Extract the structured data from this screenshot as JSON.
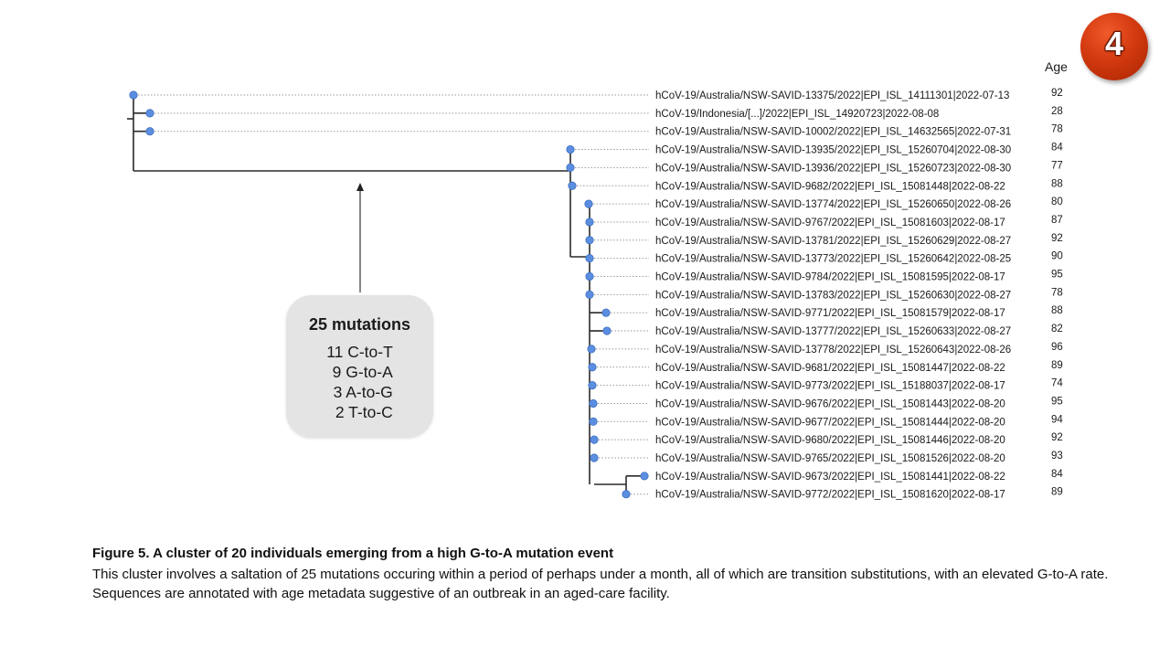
{
  "badge": {
    "number": "4",
    "color": "#d33a10"
  },
  "tree": {
    "age_header": "Age",
    "node_color": "#5b8ee0",
    "tips": [
      {
        "label": "hCoV-19/Australia/NSW-SAVID-13375/2022|EPI_ISL_14111301|2022-07-13",
        "age": "92"
      },
      {
        "label": "hCoV-19/Indonesia/[...]/2022|EPI_ISL_14920723|2022-08-08",
        "age": "28"
      },
      {
        "label": "hCoV-19/Australia/NSW-SAVID-10002/2022|EPI_ISL_14632565|2022-07-31",
        "age": "78"
      },
      {
        "label": "hCoV-19/Australia/NSW-SAVID-13935/2022|EPI_ISL_15260704|2022-08-30",
        "age": "84"
      },
      {
        "label": "hCoV-19/Australia/NSW-SAVID-13936/2022|EPI_ISL_15260723|2022-08-30",
        "age": "77"
      },
      {
        "label": "hCoV-19/Australia/NSW-SAVID-9682/2022|EPI_ISL_15081448|2022-08-22",
        "age": "88"
      },
      {
        "label": "hCoV-19/Australia/NSW-SAVID-13774/2022|EPI_ISL_15260650|2022-08-26",
        "age": "80"
      },
      {
        "label": "hCoV-19/Australia/NSW-SAVID-9767/2022|EPI_ISL_15081603|2022-08-17",
        "age": "87"
      },
      {
        "label": "hCoV-19/Australia/NSW-SAVID-13781/2022|EPI_ISL_15260629|2022-08-27",
        "age": "92"
      },
      {
        "label": "hCoV-19/Australia/NSW-SAVID-13773/2022|EPI_ISL_15260642|2022-08-25",
        "age": "90"
      },
      {
        "label": "hCoV-19/Australia/NSW-SAVID-9784/2022|EPI_ISL_15081595|2022-08-17",
        "age": "95"
      },
      {
        "label": "hCoV-19/Australia/NSW-SAVID-13783/2022|EPI_ISL_15260630|2022-08-27",
        "age": "78"
      },
      {
        "label": "hCoV-19/Australia/NSW-SAVID-9771/2022|EPI_ISL_15081579|2022-08-17",
        "age": "88"
      },
      {
        "label": "hCoV-19/Australia/NSW-SAVID-13777/2022|EPI_ISL_15260633|2022-08-27",
        "age": "82"
      },
      {
        "label": "hCoV-19/Australia/NSW-SAVID-13778/2022|EPI_ISL_15260643|2022-08-26",
        "age": "96"
      },
      {
        "label": "hCoV-19/Australia/NSW-SAVID-9681/2022|EPI_ISL_15081447|2022-08-22",
        "age": "89"
      },
      {
        "label": "hCoV-19/Australia/NSW-SAVID-9773/2022|EPI_ISL_15188037|2022-08-17",
        "age": "74"
      },
      {
        "label": "hCoV-19/Australia/NSW-SAVID-9676/2022|EPI_ISL_15081443|2022-08-20",
        "age": "95"
      },
      {
        "label": "hCoV-19/Australia/NSW-SAVID-9677/2022|EPI_ISL_15081444|2022-08-20",
        "age": "94"
      },
      {
        "label": "hCoV-19/Australia/NSW-SAVID-9680/2022|EPI_ISL_15081446|2022-08-20",
        "age": "92"
      },
      {
        "label": "hCoV-19/Australia/NSW-SAVID-9765/2022|EPI_ISL_15081526|2022-08-20",
        "age": "93"
      },
      {
        "label": "hCoV-19/Australia/NSW-SAVID-9673/2022|EPI_ISL_15081441|2022-08-22",
        "age": "84"
      },
      {
        "label": "hCoV-19/Australia/NSW-SAVID-9772/2022|EPI_ISL_15081620|2022-08-17",
        "age": "89"
      }
    ]
  },
  "mutations": {
    "title": "25 mutations",
    "lines": [
      "11 C-to-T",
      "9 G-to-A",
      "3 A-to-G",
      "2 T-to-C"
    ]
  },
  "caption": {
    "title": "Figure 5. A cluster of 20 individuals emerging from a high G-to-A mutation event",
    "body": "This cluster involves a saltation of 25 mutations occuring within a period of perhaps under a month, all of which are transition substitutions, with an elevated G-to-A rate. Sequences are annotated with age metadata suggestive of an outbreak in an aged-care facility."
  }
}
